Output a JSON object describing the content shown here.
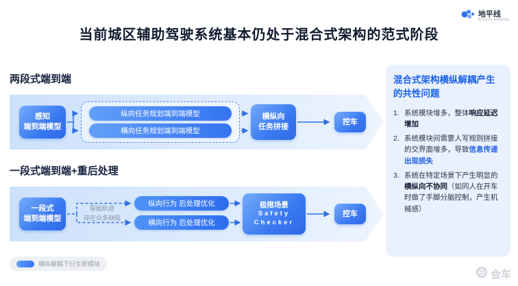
{
  "page": {
    "title": "当前城区辅助驾驶系统基本仍处于混合式架构的范式阶段"
  },
  "logo": {
    "name": "地平线",
    "sub": "Horizon Robotics"
  },
  "section1": {
    "heading": "两段式端到端",
    "perception": "感知\n端到端模型",
    "pill1": "纵向任务规划端到端模型",
    "pill2": "横向任务规划端到端模型",
    "merge": "横纵向\n任务拼接",
    "control": "控车"
  },
  "section2": {
    "heading": "一段式端到端+重后处理",
    "model": "一段式\n端到端模型",
    "note": "原始轨迹\n存在众多缺陷",
    "pill1": "纵向行为 后处理优化",
    "pill2": "横向行为 后处理优化",
    "checker_cn": "极限场景",
    "checker_en1": "Safety",
    "checker_en2": "Checker",
    "control": "控车"
  },
  "legend": {
    "label": "横纵解耦下衍生新模块"
  },
  "panel": {
    "title": "混合式架构横纵解耦产生的共性问题",
    "issues": [
      {
        "num": "1.",
        "pre": "系统模块增多，整体",
        "em": "响应延迟增加",
        "post": ""
      },
      {
        "num": "2.",
        "pre": "系统模块间需要人写规则拼接的交界面增多，导致",
        "em": "信息传递出现损失",
        "post": ""
      },
      {
        "num": "3.",
        "pre": "系统在特定场景下产生明显的",
        "em": "横纵向不协同",
        "post": "（如同人在开车时做了手脚分脑控制，产生机械感）"
      }
    ]
  },
  "watermark": {
    "text": "会车"
  }
}
